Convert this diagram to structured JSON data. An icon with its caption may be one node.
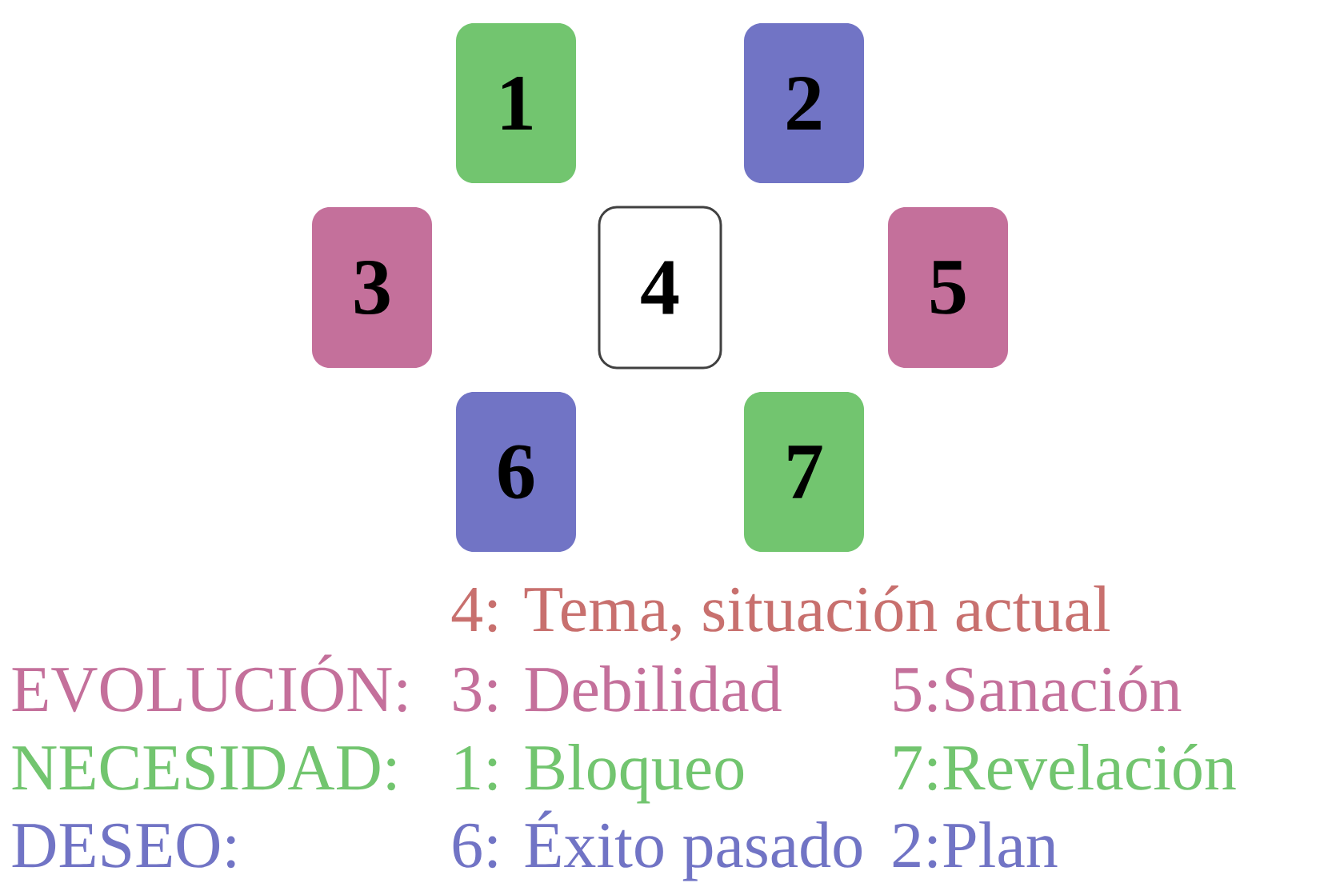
{
  "diagram": {
    "nodes": [
      {
        "text": [
          "1"
        ]
      },
      {
        "text": [
          "2"
        ]
      },
      {
        "text": [
          "3"
        ]
      },
      {
        "text": [
          "4"
        ]
      },
      {
        "text": [
          "5"
        ]
      },
      {
        "text": [
          "6"
        ]
      },
      {
        "text": [
          "7"
        ]
      }
    ],
    "labels": [
      "4: Tema, situación actual",
      "EVOLUCIÓN:",
      "3: Debilidad",
      "5:Sanación",
      "NECESIDAD:",
      "1: Bloqueo",
      "7:Revelación",
      "DESEO:",
      "6: Éxito pasado",
      "2:Plan"
    ]
  }
}
